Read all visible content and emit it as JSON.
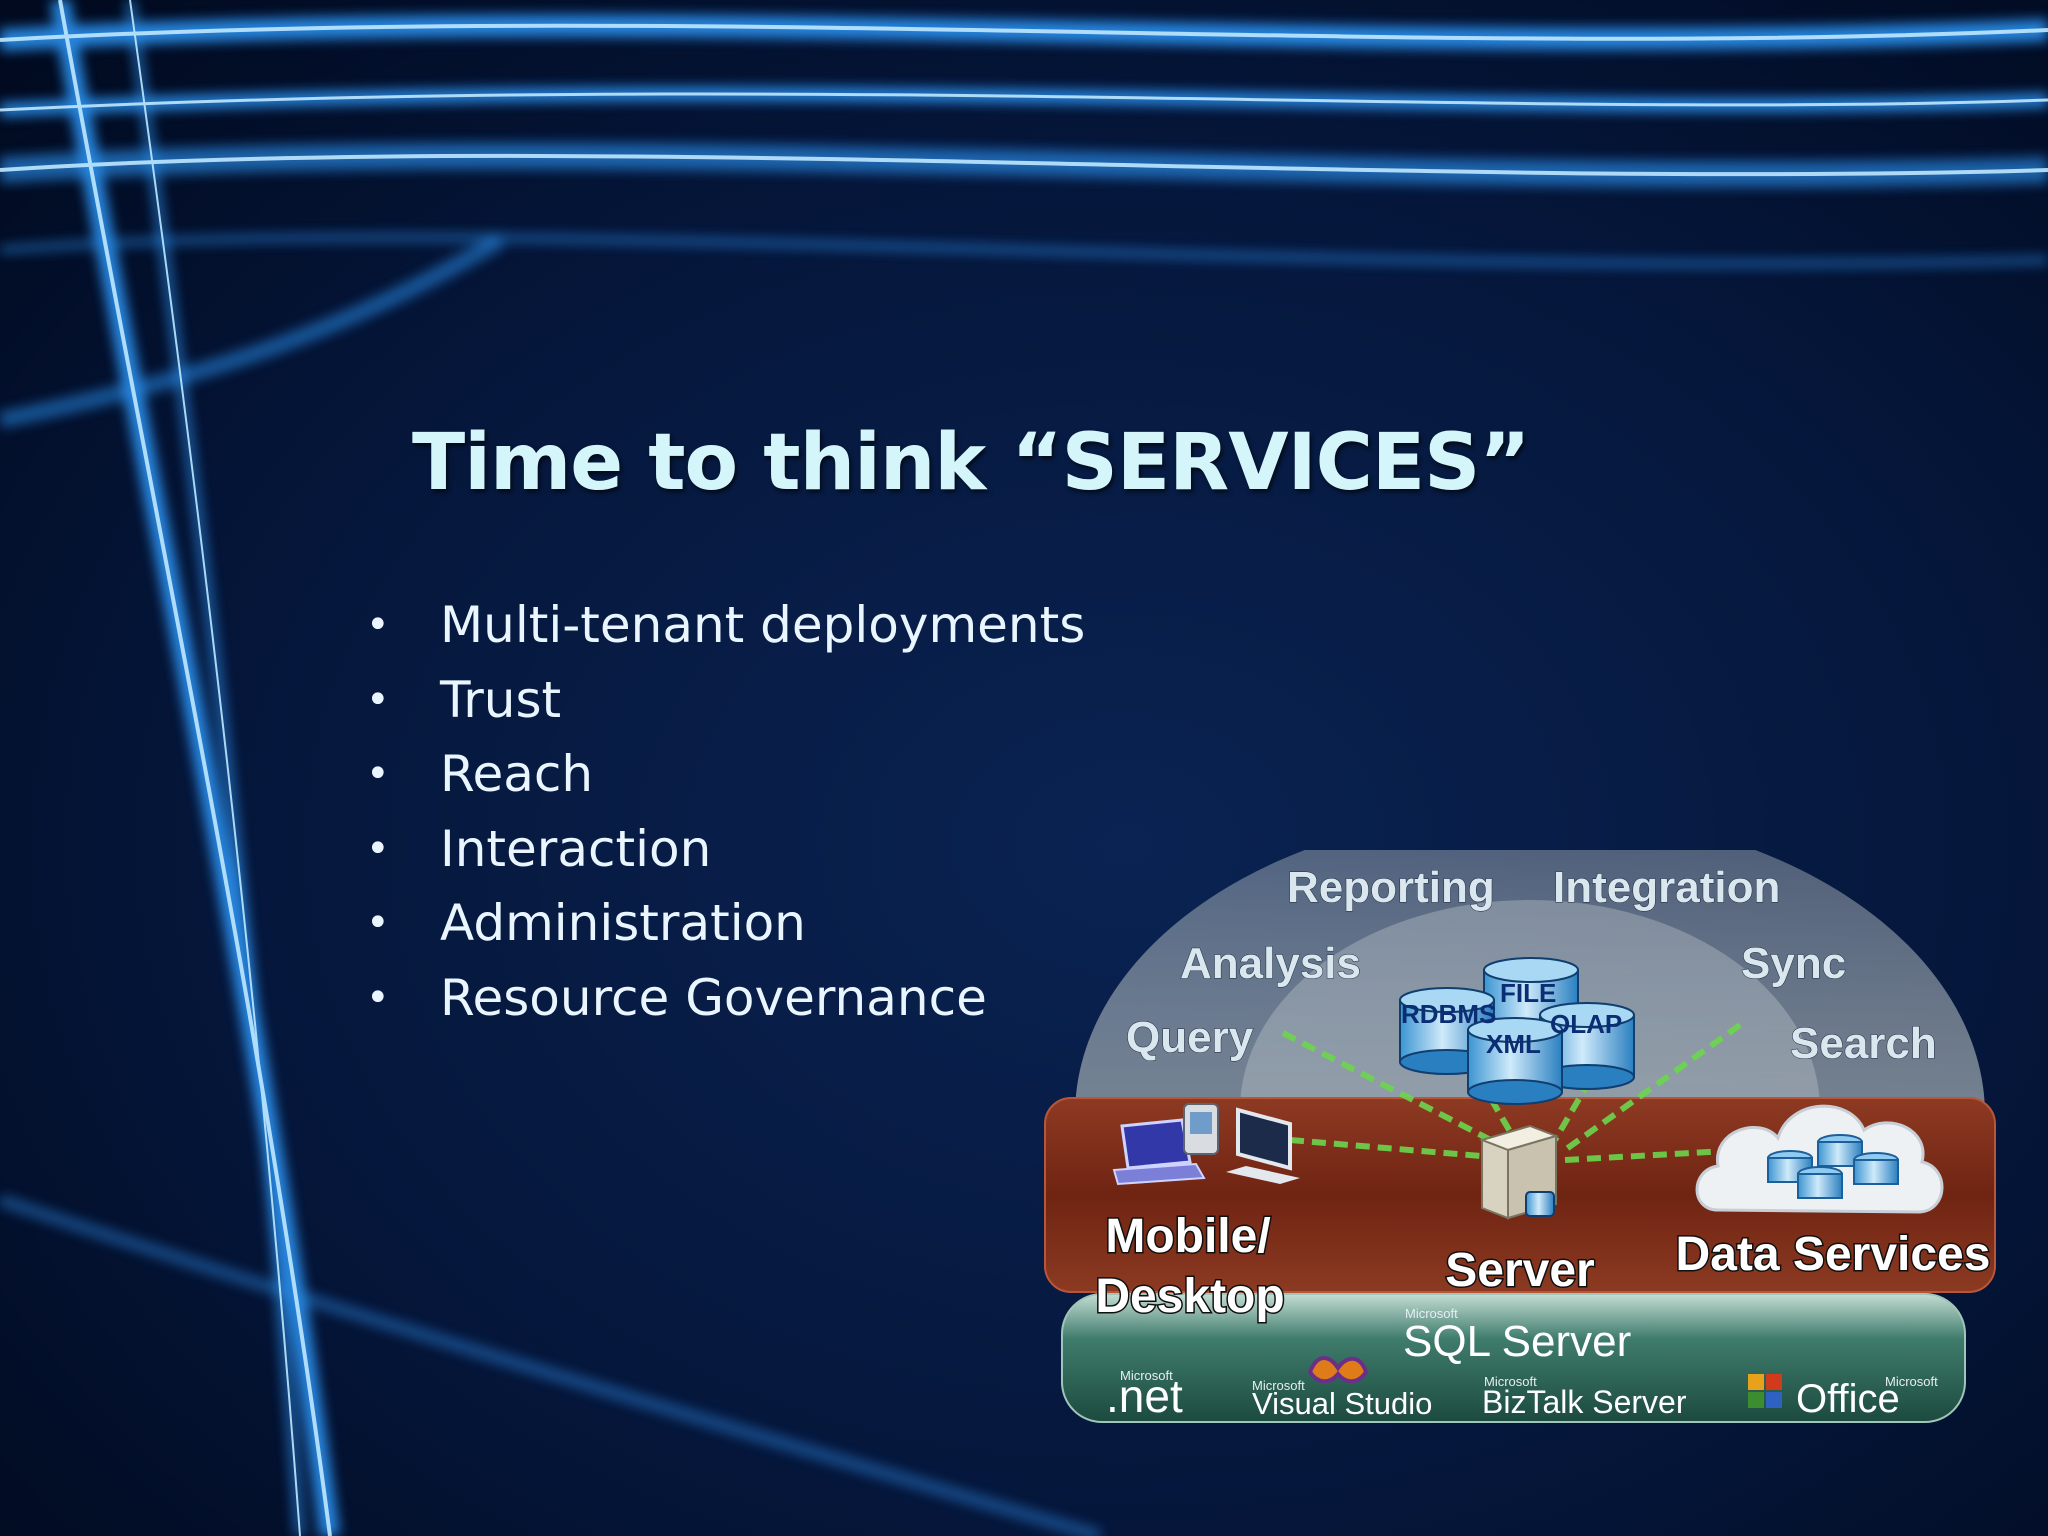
{
  "slide": {
    "title": "Time to think “SERVICES”",
    "bullet_glyph": "•",
    "bullets": [
      "Multi-tenant deployments",
      "Trust",
      "Reach",
      "Interaction",
      "Administration",
      "Resource Governance"
    ]
  },
  "diagram": {
    "services": {
      "reporting": "Reporting",
      "integration": "Integration",
      "analysis": "Analysis",
      "sync": "Sync",
      "query": "Query",
      "search": "Search"
    },
    "stores": {
      "rdbms": "RDBMS",
      "file": "FILE",
      "xml": "XML",
      "olap": "OLAP"
    },
    "zones": {
      "mobile_line1": "Mobile/",
      "mobile_line2": "Desktop",
      "server": "Server",
      "data_services": "Data Services"
    },
    "platform": {
      "sql_maker": "Microsoft",
      "sql_name": "SQL Server",
      "net_maker": "Microsoft",
      "net_name": ".net",
      "vs_maker": "Microsoft",
      "vs_name": "Visual Studio",
      "biztalk_maker": "Microsoft",
      "biztalk_name": "BizTalk Server",
      "office_maker": "Microsoft",
      "office_name": "Office"
    },
    "icons": [
      "laptop-icon",
      "pda-icon",
      "desktop-monitor-icon",
      "server-tower-icon",
      "cloud-database-icon",
      "office-logo-icon",
      "visual-studio-logo-icon"
    ],
    "colors": {
      "background": "#02102e",
      "title": "#d4f6fb",
      "dome": "#b9c3c9",
      "band": "#7a2a17",
      "platform": "#2f6457",
      "connector": "#6cd64e",
      "database": "#66b7e8"
    }
  }
}
